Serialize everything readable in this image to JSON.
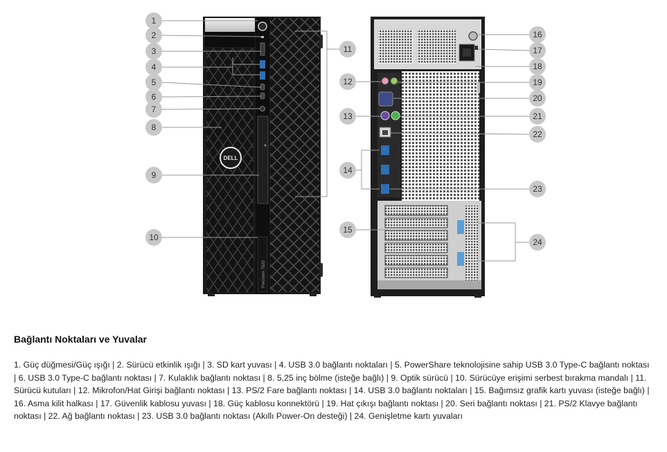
{
  "front": {
    "brand_logo_text": "DELL",
    "model_text": "Precision 7820"
  },
  "section_title": "Bağlantı Noktaları ve Yuvalar",
  "description": "1. Güç düğmesi/Güç ışığı | 2. Sürücü etkinlik ışığı | 3. SD kart yuvası | 4. USB 3.0 bağlantı noktaları | 5. PowerShare teknolojisine sahip USB 3.0 Type-C bağlantı noktası | 6. USB 3.0 Type-C bağlantı noktası | 7. Kulaklık bağlantı noktası | 8. 5,25 inç bölme (isteğe bağlı) | 9. Optik sürücü | 10. Sürücüye erişimi serbest bırakma mandalı | 11. Sürücü kutuları | 12. Mikrofon/Hat Girişi bağlantı noktası | 13. PS/2 Fare bağlantı noktası | 14. USB 3.0 bağlantı noktaları | 15. Bağımsız grafik kartı yuvası (isteğe bağlı) | 16. Asma kilit halkası | 17. Güvenlik kablosu yuvası | 18. Güç kablosu konnektörü | 19. Hat çıkışı bağlantı noktası | 20. Seri bağlantı noktası | 21. PS/2 Klavye bağlantı noktası | 22. Ağ bağlantı noktası | 23. USB 3.0 bağlantı noktası (Akıllı Power-On desteği) | 24. Genişletme kartı yuvaları",
  "callouts": {
    "left": [
      "1",
      "2",
      "3",
      "4",
      "5",
      "6",
      "7",
      "8",
      "9",
      "10"
    ],
    "front_right": [
      "11"
    ],
    "back_left": [
      "12",
      "13",
      "14",
      "15"
    ],
    "back_right": [
      "16",
      "17",
      "18",
      "19",
      "20",
      "21",
      "22",
      "23",
      "24"
    ]
  },
  "colors": {
    "chassis": "#1c1c1c",
    "callout_fill": "#c8c8c8",
    "port_blue": "#2f6fb3",
    "ps2_mouse": "#6a4c9c",
    "ps2_keyboard": "#4caf50"
  }
}
